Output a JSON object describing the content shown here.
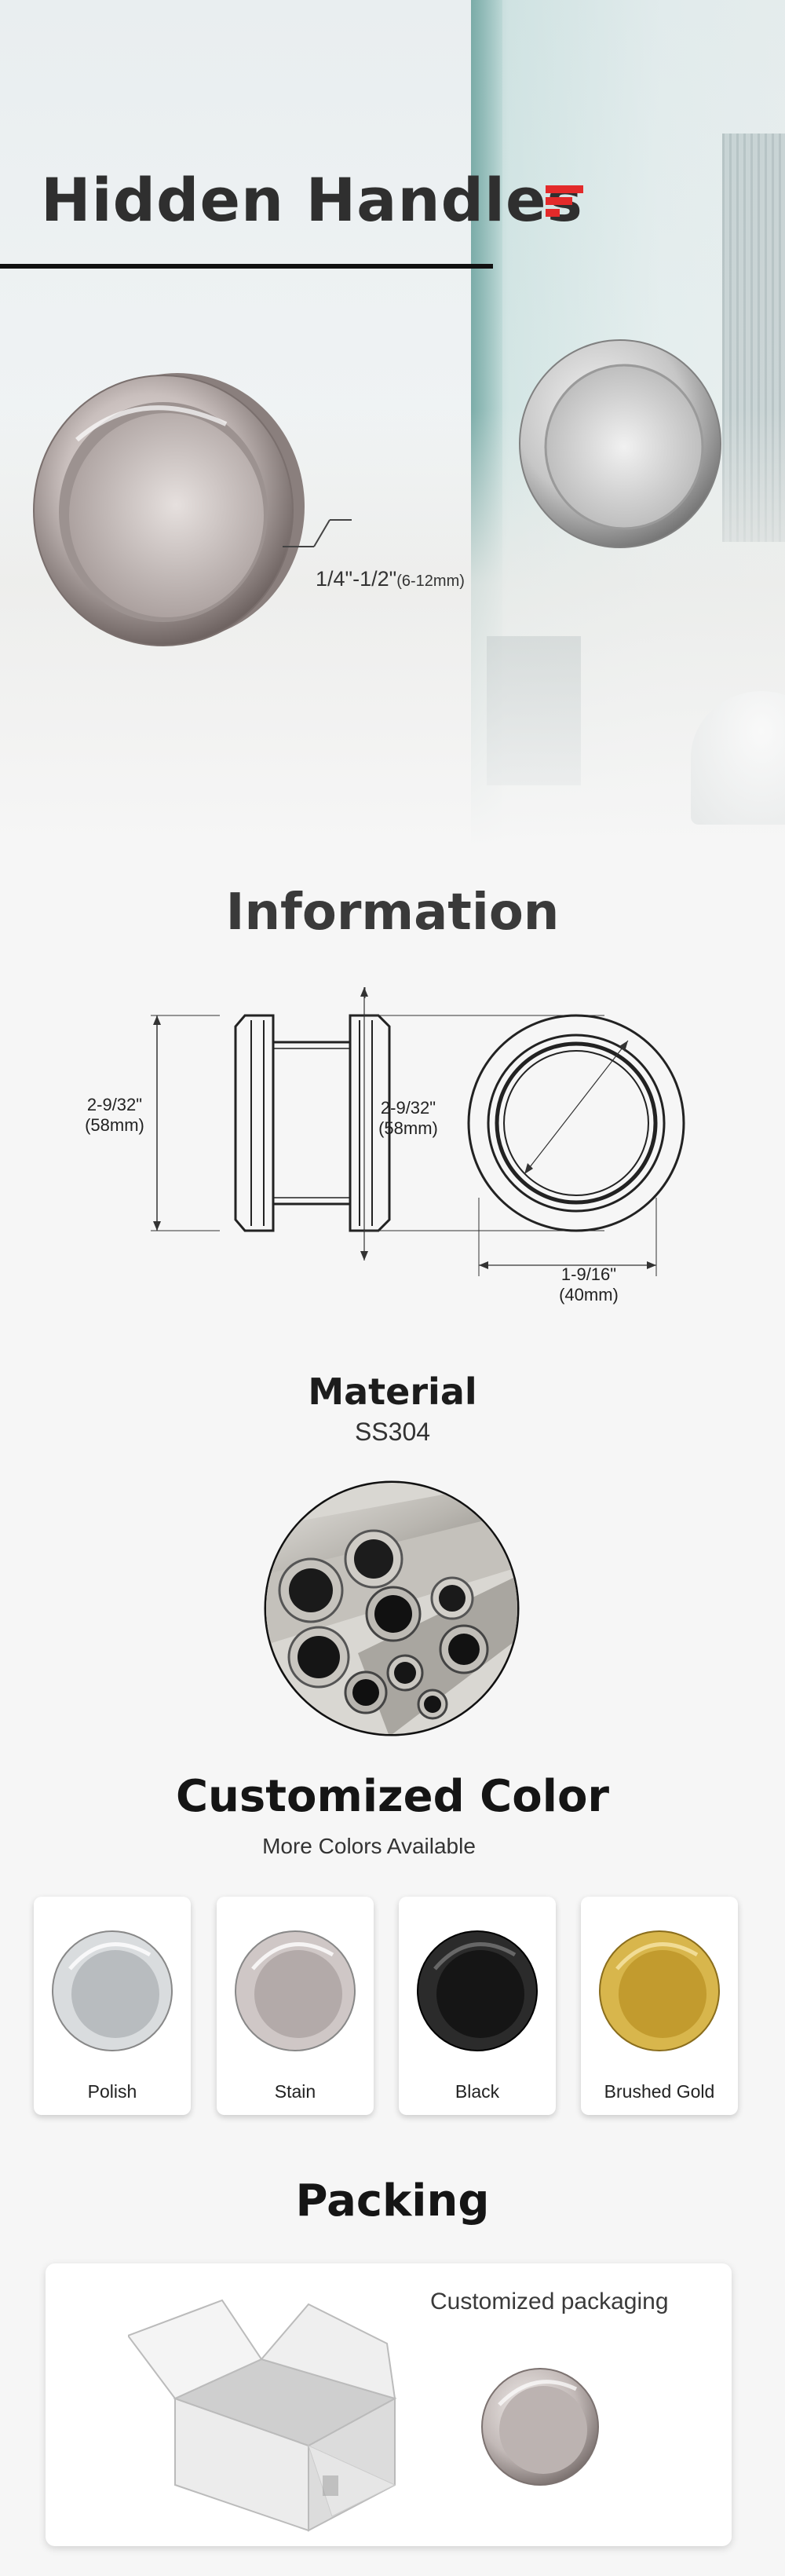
{
  "hero": {
    "title": "Hidden Handles",
    "thickness_label": "1/4\"-1/2\"",
    "thickness_mm": "(6-12mm)",
    "accent_color": "#e32a2a"
  },
  "information": {
    "title": "Information",
    "left_height_label": "2-9/32\"",
    "left_height_mm": "(58mm)",
    "right_height_label": "2-9/32\"",
    "right_height_mm": "(58mm)",
    "inner_dia_label": "1-9/16\"",
    "inner_dia_mm": "(40mm)"
  },
  "material": {
    "title": "Material",
    "value": "SS304"
  },
  "colors": {
    "title": "Customized Color",
    "subtitle": "More Colors Available",
    "options": [
      {
        "label": "Polish",
        "ring": "#d9dcde",
        "inner": "#b8bcbf"
      },
      {
        "label": "Stain",
        "ring": "#cfc7c6",
        "inner": "#b3aaa9"
      },
      {
        "label": "Black",
        "ring": "#2b2b2b",
        "inner": "#151515"
      },
      {
        "label": "Brushed Gold",
        "ring": "#d8b64c",
        "inner": "#c29b2e"
      }
    ]
  },
  "packing": {
    "title": "Packing",
    "caption": "Customized packaging"
  }
}
